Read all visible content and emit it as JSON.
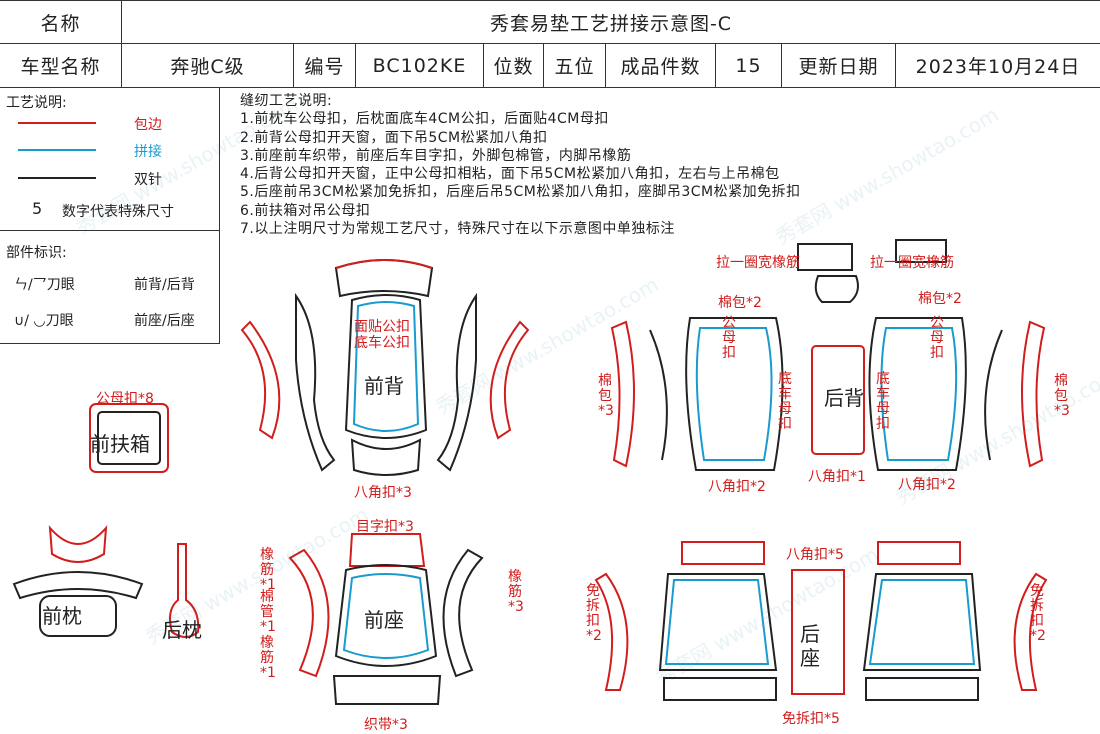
{
  "header": {
    "name_label": "名称",
    "title": "秀套易垫工艺拼接示意图-C",
    "model_label": "车型名称",
    "model_value": "奔驰C级",
    "code_label": "编号",
    "code_value": "BC102KE",
    "seats_label": "位数",
    "seats_value": "五位",
    "pieces_label": "成品件数",
    "pieces_value": "15",
    "update_label": "更新日期",
    "update_value": "2023年10月24日"
  },
  "legend": {
    "title": "工艺说明:",
    "items": [
      {
        "label": "包边",
        "color": "#d21d1d"
      },
      {
        "label": "拼接",
        "color": "#1a9bd0"
      },
      {
        "label": "双针",
        "color": "#222222"
      }
    ],
    "size_number": "5",
    "size_label": "数字代表特殊尺寸",
    "parts_title": "部件标识:",
    "parts": [
      {
        "symbol": "ㄣ/乛刀眼",
        "meaning": "前背/后背"
      },
      {
        "symbol": "∪/ ◡刀眼",
        "meaning": "前座/后座"
      }
    ]
  },
  "notes": {
    "title": "缝纫工艺说明:",
    "lines": [
      "1.前枕车公母扣，后枕面底车4CM公扣，后面贴4CM母扣",
      "2.前背公母扣开天窗，面下吊5CM松紧加八角扣",
      "3.前座前车织带，前座后车目字扣，外脚包棉管，内脚吊橡筋",
      "4.后背公母扣开天窗，正中公母扣相粘，面下吊5CM松紧加八角扣，左右与上吊棉包",
      "5.后座前吊3CM松紧加免拆扣，后座后吊5CM松紧加八角扣，座脚吊3CM松紧加免拆扣",
      "6.前扶箱对吊公母扣",
      "7.以上注明尺寸为常规工艺尺寸，特殊尺寸在以下示意图中单独标注"
    ]
  },
  "parts": {
    "front_back": "前背",
    "front_back_top": "面贴公扣",
    "front_back_top2": "底车公扣",
    "front_back_bottom": "八角扣*3",
    "front_armrest": "前扶箱",
    "front_armrest_note": "公母扣*8",
    "front_headrest": "前枕",
    "rear_headrest": "后枕",
    "front_seat": "前座",
    "front_seat_top": "目字扣*3",
    "front_seat_bottom": "织带*3",
    "front_seat_left": "橡筋*1",
    "front_seat_left2": "棉管*1",
    "front_seat_left3": "橡筋*1",
    "front_seat_right": "橡筋*3",
    "rear_back": "后背",
    "rear_back_left_elastic": "拉一圈宽橡筋",
    "rear_back_right_elastic": "拉一圈宽橡筋",
    "rear_back_cotton1": "棉包*2",
    "rear_back_cotton2": "棉包*2",
    "rear_back_side_left": "棉包*3",
    "rear_back_side_right": "棉包*3",
    "rear_back_oct_left": "八角扣*2",
    "rear_back_oct_mid": "八角扣*1",
    "rear_back_oct_right": "八角扣*2",
    "snap_vertical": "公母扣",
    "bottom_snap": "底车母扣",
    "bottom_snap_pub": "底车公扣",
    "rear_seat": "后座",
    "rear_seat_top": "八角扣*5",
    "rear_seat_bottom": "免拆扣*5",
    "rear_seat_left": "免拆扣*2",
    "rear_seat_right": "免拆扣*2"
  },
  "watermark": "秀套网 www.showtao.com"
}
